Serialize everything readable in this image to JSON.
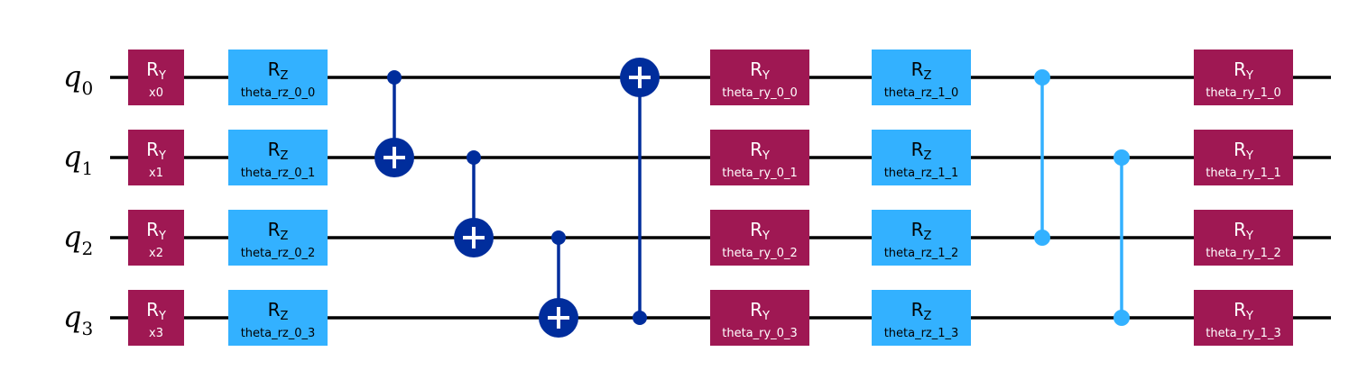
{
  "colors": {
    "wire": "#000000",
    "ry_gate": "#9f1853",
    "rz_gate": "#33b1ff",
    "cx_gate": "#002d9c",
    "cz_gate": "#33b1ff"
  },
  "qubits": [
    {
      "letter": "q",
      "index": "0"
    },
    {
      "letter": "q",
      "index": "1"
    },
    {
      "letter": "q",
      "index": "2"
    },
    {
      "letter": "q",
      "index": "3"
    }
  ],
  "gates": [
    {
      "type": "RY",
      "qubit": 0,
      "column": 0,
      "name": "R",
      "sub": "Y",
      "param": "x0"
    },
    {
      "type": "RY",
      "qubit": 1,
      "column": 0,
      "name": "R",
      "sub": "Y",
      "param": "x1"
    },
    {
      "type": "RY",
      "qubit": 2,
      "column": 0,
      "name": "R",
      "sub": "Y",
      "param": "x2"
    },
    {
      "type": "RY",
      "qubit": 3,
      "column": 0,
      "name": "R",
      "sub": "Y",
      "param": "x3"
    },
    {
      "type": "RZ",
      "qubit": 0,
      "column": 1,
      "name": "R",
      "sub": "Z",
      "param": "theta_rz_0_0"
    },
    {
      "type": "RZ",
      "qubit": 1,
      "column": 1,
      "name": "R",
      "sub": "Z",
      "param": "theta_rz_0_1"
    },
    {
      "type": "RZ",
      "qubit": 2,
      "column": 1,
      "name": "R",
      "sub": "Z",
      "param": "theta_rz_0_2"
    },
    {
      "type": "RZ",
      "qubit": 3,
      "column": 1,
      "name": "R",
      "sub": "Z",
      "param": "theta_rz_0_3"
    },
    {
      "type": "CX",
      "control": 0,
      "target": 1,
      "column": 2
    },
    {
      "type": "CX",
      "control": 1,
      "target": 2,
      "column": 3
    },
    {
      "type": "CX",
      "control": 2,
      "target": 3,
      "column": 4
    },
    {
      "type": "CX",
      "control": 3,
      "target": 0,
      "column": 5
    },
    {
      "type": "RY",
      "qubit": 0,
      "column": 6,
      "name": "R",
      "sub": "Y",
      "param": "theta_ry_0_0"
    },
    {
      "type": "RY",
      "qubit": 1,
      "column": 6,
      "name": "R",
      "sub": "Y",
      "param": "theta_ry_0_1"
    },
    {
      "type": "RY",
      "qubit": 2,
      "column": 6,
      "name": "R",
      "sub": "Y",
      "param": "theta_ry_0_2"
    },
    {
      "type": "RY",
      "qubit": 3,
      "column": 6,
      "name": "R",
      "sub": "Y",
      "param": "theta_ry_0_3"
    },
    {
      "type": "RZ",
      "qubit": 0,
      "column": 7,
      "name": "R",
      "sub": "Z",
      "param": "theta_rz_1_0"
    },
    {
      "type": "RZ",
      "qubit": 1,
      "column": 7,
      "name": "R",
      "sub": "Z",
      "param": "theta_rz_1_1"
    },
    {
      "type": "RZ",
      "qubit": 2,
      "column": 7,
      "name": "R",
      "sub": "Z",
      "param": "theta_rz_1_2"
    },
    {
      "type": "RZ",
      "qubit": 3,
      "column": 7,
      "name": "R",
      "sub": "Z",
      "param": "theta_rz_1_3"
    },
    {
      "type": "CZ",
      "qubits": [
        0,
        2
      ],
      "column": 8
    },
    {
      "type": "CZ",
      "qubits": [
        1,
        3
      ],
      "column": 9
    },
    {
      "type": "RY",
      "qubit": 0,
      "column": 10,
      "name": "R",
      "sub": "Y",
      "param": "theta_ry_1_0"
    },
    {
      "type": "RY",
      "qubit": 1,
      "column": 10,
      "name": "R",
      "sub": "Y",
      "param": "theta_ry_1_1"
    },
    {
      "type": "RY",
      "qubit": 2,
      "column": 10,
      "name": "R",
      "sub": "Y",
      "param": "theta_ry_1_2"
    },
    {
      "type": "RY",
      "qubit": 3,
      "column": 10,
      "name": "R",
      "sub": "Y",
      "param": "theta_ry_1_3"
    }
  ]
}
